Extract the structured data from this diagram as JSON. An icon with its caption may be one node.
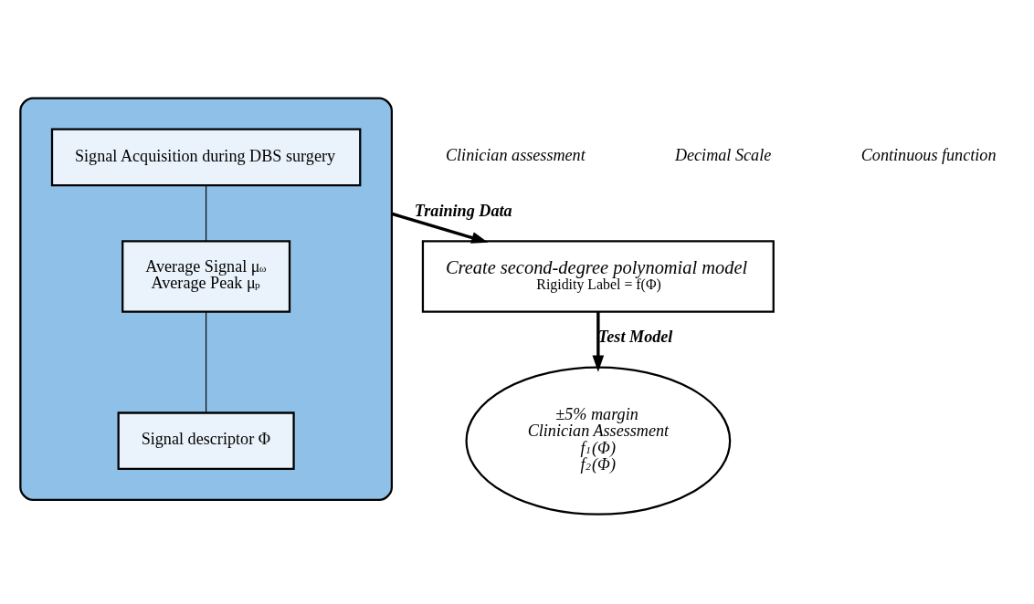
{
  "diagram": {
    "nodes": [
      {
        "text": [],
        "shape": "ellipse"
      },
      {
        "text": [
          "Signal Acquisition during DBS surgery"
        ],
        "in": 0
      },
      {
        "text": [
          "Average Signal μ$_{ω}$",
          "Average Peak μ$_{p}$"
        ],
        "in": 0
      },
      {
        "text": [
          "Signal descriptor Φ"
        ],
        "in": 0
      },
      {
        "text": [
          "Create second-degree polynomial model",
          "Rigidity Label = f(Φ)"
        ]
      },
      {
        "text": [
          "±5% margin",
          "Clinician Assessment",
          "f$_{1}$(Φ)",
          "f$_{2}$(Φ)"
        ]
      }
    ],
    "edges": [
      {
        "from": 1,
        "to": 2,
        "arrow": "none"
      },
      {
        "from": 2,
        "to": 3,
        "arrow": "none"
      },
      {
        "from": 0,
        "to": 4,
        "arrow": "to",
        "label": "Training Data",
        "style": "thick"
      },
      {
        "from": 4,
        "to": 5,
        "arrow": "to",
        "label": "Test Model",
        "style": "thick"
      }
    ],
    "labels": [
      "Clinician assessment",
      "Decimal Scale",
      "Continuous function"
    ]
  }
}
